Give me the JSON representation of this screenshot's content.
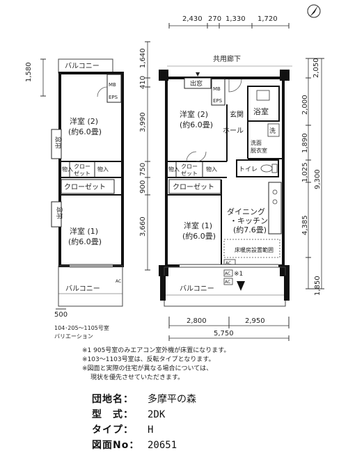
{
  "dims": {
    "top": [
      "2,430",
      "270",
      "1,330",
      "1,720"
    ],
    "right": [
      "2,050",
      "2,000",
      "1,890",
      "1,025",
      "9,300",
      "4,385",
      "1,850"
    ],
    "left_main": [
      "1,640",
      "410",
      "3,990",
      "750",
      "900",
      "3,660"
    ],
    "left_variation": "1,580",
    "bottom": [
      "2,800",
      "2,950"
    ],
    "bottom_total": "5,750",
    "variation_bottom": "500"
  },
  "labels": {
    "corridor": "共用廊下",
    "balcony": "バルコニー",
    "out_window": "出窓",
    "mb": "MB",
    "eps": "EPS",
    "western2": "洋室 (2)",
    "western2_size": "(約6.0畳)",
    "western1": "洋室 (1)",
    "western1_size": "(約6.0畳)",
    "entrance": "玄関",
    "hall": "ホール",
    "bath": "浴室",
    "wash": "洗",
    "washroom": "洗面",
    "dressing": "脱衣室",
    "toilet": "トイレ",
    "storage": "物入",
    "closet_short": "クロー",
    "closet_short2": "ゼット",
    "closet": "クローゼット",
    "dining": "ダイニング",
    "kitchen": "・キッチン",
    "dk_size": "(約7.6畳)",
    "floor_heating": "床暖房設置範囲",
    "ac": "AC",
    "ac_note": "※1",
    "variation_caption1": "104･205～1105号室",
    "variation_caption2": "バリエーション"
  },
  "notes": [
    "※1 905号室のみエアコン室外機が床置になります。",
    "※103～1103号室は、反転タイプとなります。",
    "※図面と実際の住宅が異なる場合については、",
    "現状を優先させていただきます。"
  ],
  "info": [
    {
      "key": "団地名：",
      "value": "多摩平の森"
    },
    {
      "key": "型　式：",
      "value": "2DK"
    },
    {
      "key": "タイプ：",
      "value": "H"
    },
    {
      "key": "図面No：",
      "value": "20651"
    }
  ]
}
